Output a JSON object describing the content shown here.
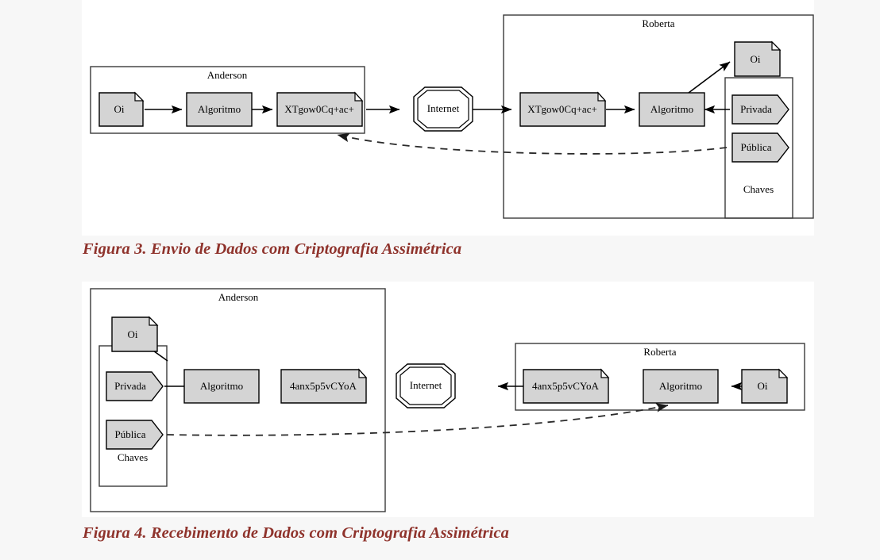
{
  "page": {
    "background": "#f7f7f7",
    "canvas_background": "#ffffff",
    "caption_color": "#8f332c",
    "node_fill": "#d4d4d4",
    "stroke_color": "#000000"
  },
  "figures": [
    {
      "id": "figura-3",
      "caption": "Figura 3. Envio de Dados com Criptografia Assimétrica",
      "containers": [
        {
          "name": "anderson",
          "label": "Anderson"
        },
        {
          "name": "roberta",
          "label": "Roberta"
        },
        {
          "name": "chaves",
          "label": "Chaves"
        }
      ],
      "nodes": {
        "sender_plain": "Oi",
        "sender_algorithm": "Algoritmo",
        "sender_cipher": "XTgow0Cq+ac+",
        "network": "Internet",
        "receiver_cipher": "XTgow0Cq+ac+",
        "receiver_algorithm": "Algoritmo",
        "receiver_plain": "Oi",
        "key_private": "Privada",
        "key_public": "Pública"
      }
    },
    {
      "id": "figura-4",
      "caption": "Figura 4. Recebimento de Dados com Criptografia Assimétrica",
      "containers": [
        {
          "name": "anderson",
          "label": "Anderson"
        },
        {
          "name": "roberta",
          "label": "Roberta"
        },
        {
          "name": "chaves",
          "label": "Chaves"
        }
      ],
      "nodes": {
        "receiver_plain": "Oi",
        "receiver_algorithm": "Algoritmo",
        "receiver_cipher": "4anx5p5vCYoA",
        "network": "Internet",
        "sender_cipher": "4anx5p5vCYoA",
        "sender_algorithm": "Algoritmo",
        "sender_plain": "Oi",
        "key_private": "Privada",
        "key_public": "Pública"
      }
    }
  ]
}
